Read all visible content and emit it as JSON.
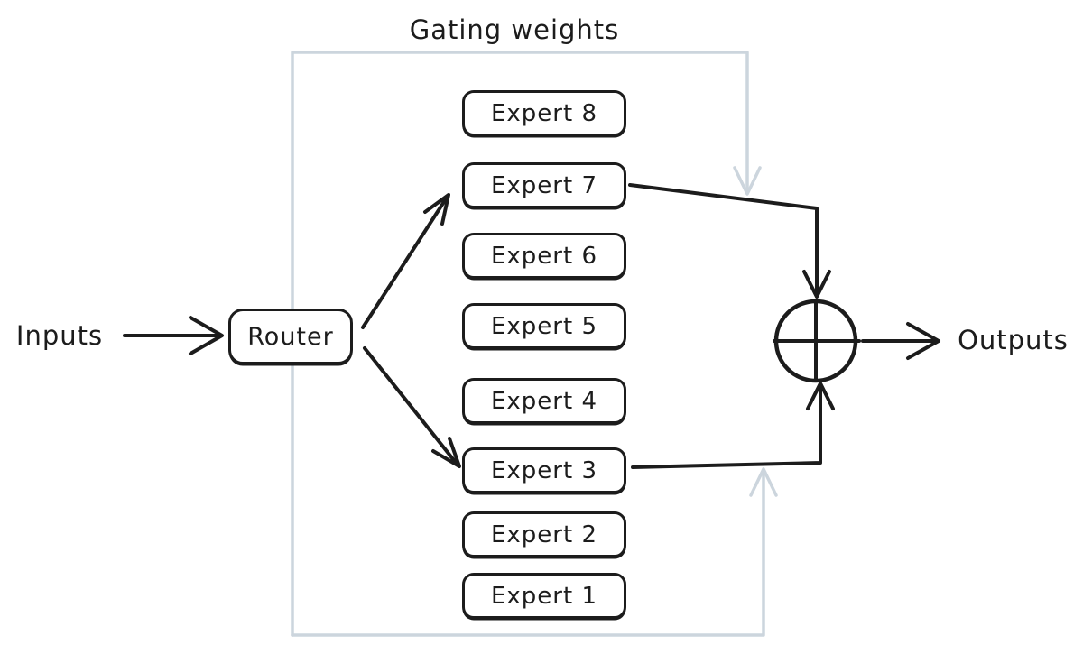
{
  "diagram": {
    "title": "Gating weights",
    "input": {
      "label": "Inputs"
    },
    "router": {
      "label": "Router"
    },
    "output": {
      "label": "Outputs"
    },
    "experts": [
      {
        "label": "Expert 8"
      },
      {
        "label": "Expert 7"
      },
      {
        "label": "Expert 6"
      },
      {
        "label": "Expert 5"
      },
      {
        "label": "Expert 4"
      },
      {
        "label": "Expert 3"
      },
      {
        "label": "Expert 2"
      },
      {
        "label": "Expert 1"
      }
    ],
    "selected_experts": [
      "Expert 7",
      "Expert 3"
    ],
    "sum_symbol": "circle-plus",
    "colors": {
      "stroke": "#1c1c1c",
      "gating": "#ccd5dd",
      "background": "#ffffff"
    }
  }
}
